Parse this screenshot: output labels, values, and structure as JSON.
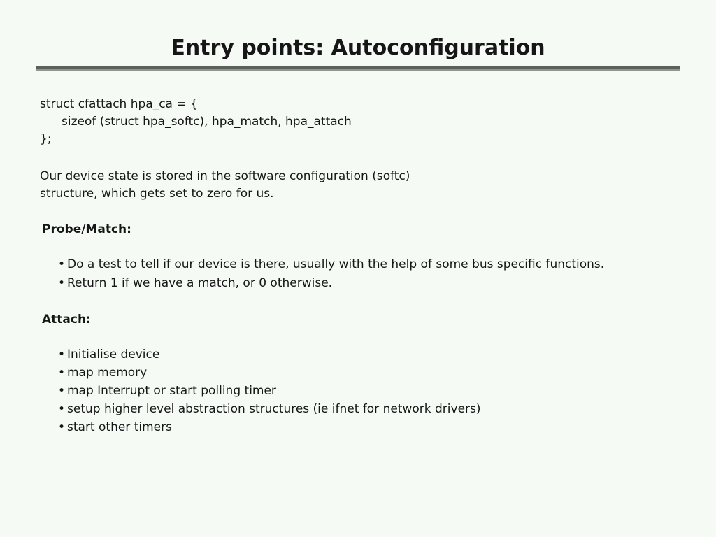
{
  "slide": {
    "title": "Entry points: Autoconfiguration",
    "code": {
      "line1": "struct cfattach hpa_ca = {",
      "line2": "sizeof (struct hpa_softc), hpa_match, hpa_attach",
      "line3": "};"
    },
    "intro": {
      "line1": "Our device state is stored in the software configuration (softc)",
      "line2": "structure, which gets set to zero for us."
    },
    "sections": [
      {
        "heading": "Probe/Match:",
        "bullets": [
          "Do a test to tell if our device is there, usually with the help of some bus specific functions.",
          "Return 1 if we have a match, or 0 otherwise."
        ]
      },
      {
        "heading": "Attach:",
        "bullets": [
          "Initialise device",
          "map memory",
          "map Interrupt or start polling timer",
          "setup higher level abstraction structures (ie ifnet for network drivers)",
          "start other timers"
        ]
      }
    ],
    "colors": {
      "background": "#f5faf5",
      "text": "#161616",
      "rule_top": "#5a615a",
      "rule_bottom": "#8f968f"
    }
  }
}
